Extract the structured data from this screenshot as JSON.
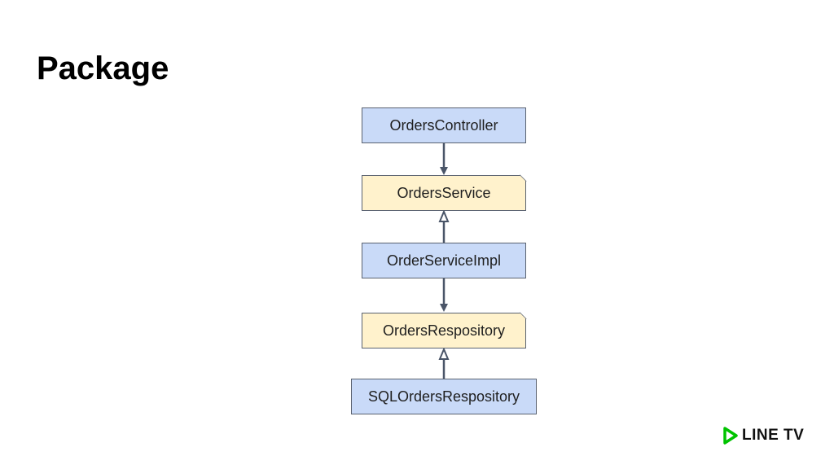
{
  "slide": {
    "title": "Package"
  },
  "diagram": {
    "nodes": [
      {
        "id": "orders-controller",
        "label": "OrdersController",
        "kind": "class"
      },
      {
        "id": "orders-service",
        "label": "OrdersService",
        "kind": "interface"
      },
      {
        "id": "order-service-impl",
        "label": "OrderServiceImpl",
        "kind": "class"
      },
      {
        "id": "orders-respository",
        "label": "OrdersRespository",
        "kind": "interface"
      },
      {
        "id": "sql-orders-respository",
        "label": "SQLOrdersRespository",
        "kind": "class"
      }
    ],
    "edges": [
      {
        "from": "orders-controller",
        "to": "orders-service",
        "type": "dependency"
      },
      {
        "from": "order-service-impl",
        "to": "orders-service",
        "type": "realization"
      },
      {
        "from": "order-service-impl",
        "to": "orders-respository",
        "type": "dependency"
      },
      {
        "from": "sql-orders-respository",
        "to": "orders-respository",
        "type": "realization"
      }
    ],
    "colors": {
      "class_fill": "#c9daf8",
      "interface_fill": "#fff2cc",
      "border": "#5a6270",
      "arrow": "#4a5568"
    }
  },
  "branding": {
    "logo_text": "LINE TV",
    "logo_color": "#00c300"
  }
}
